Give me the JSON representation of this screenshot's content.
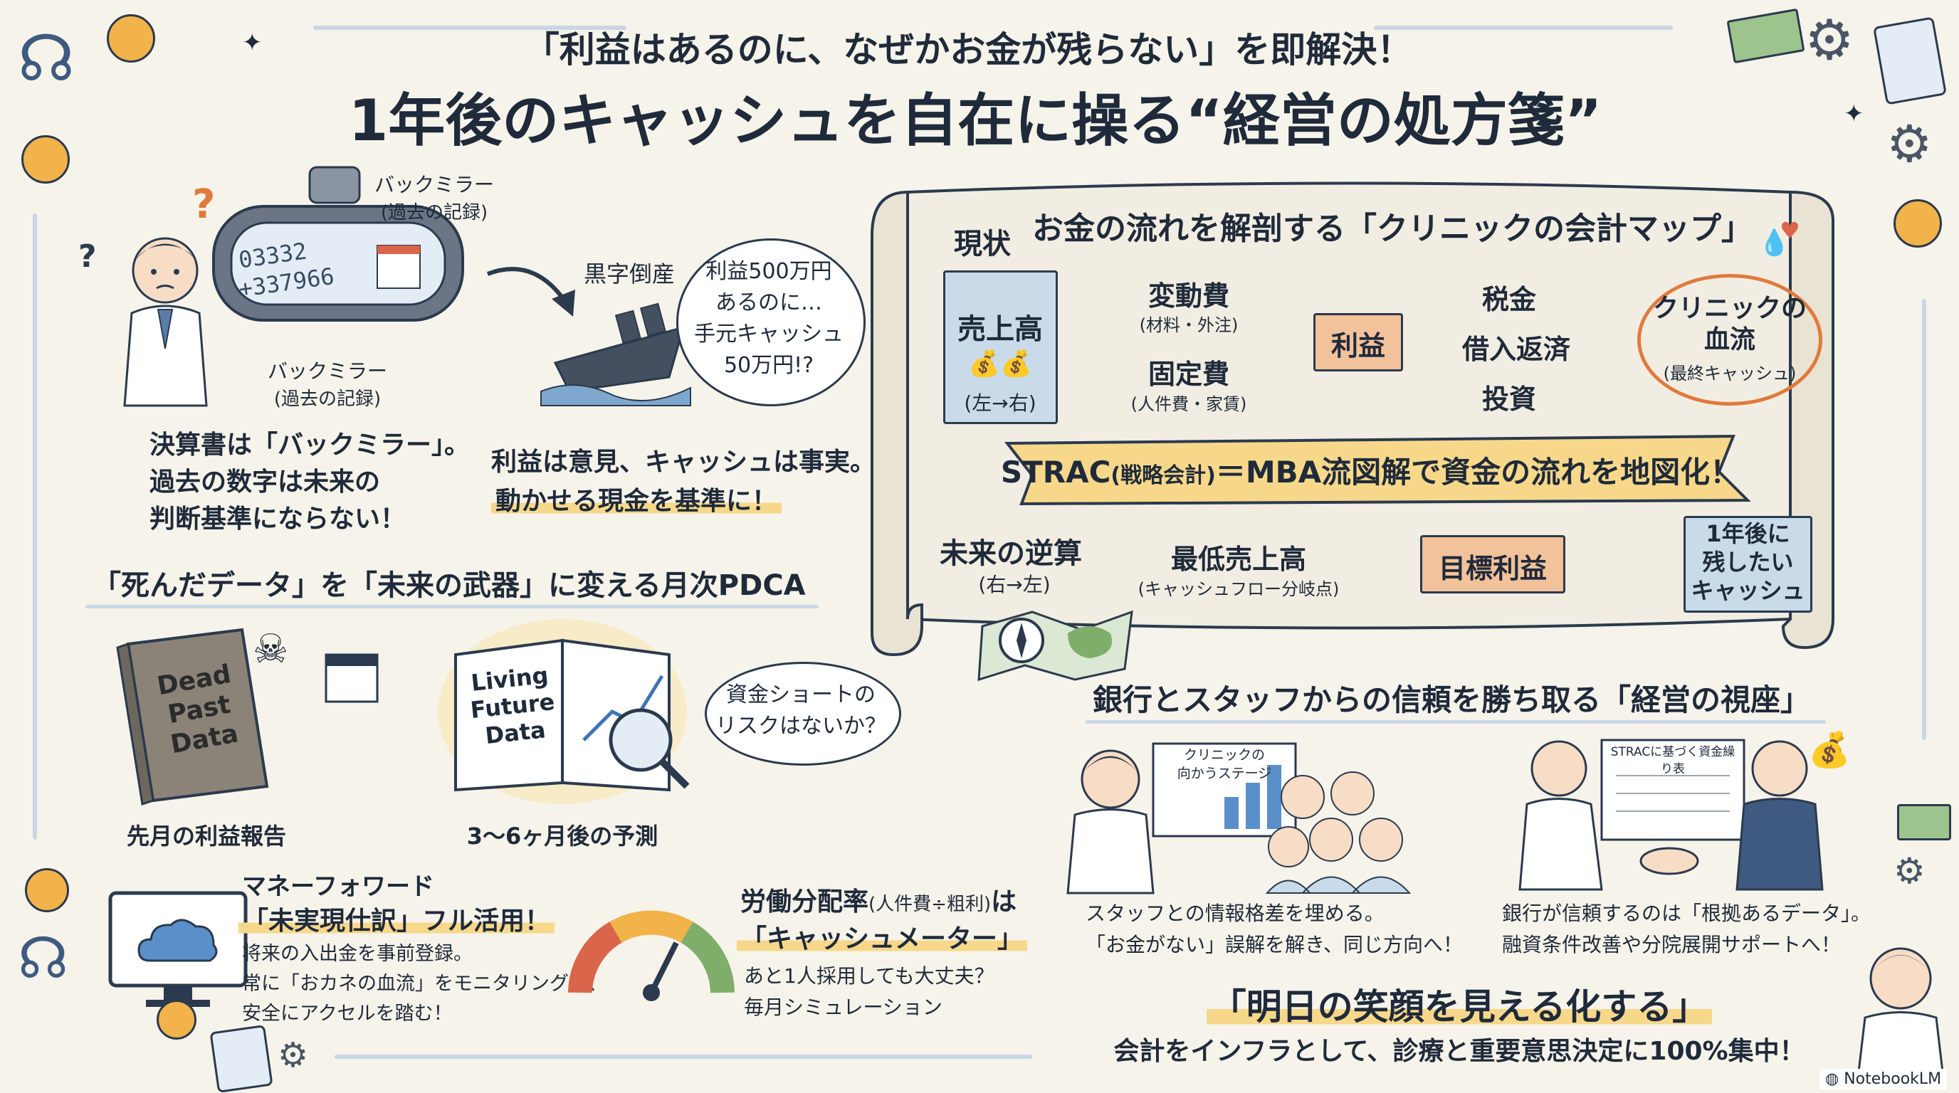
{
  "header": {
    "subtitle": "「利益はあるのに、なぜかお金が残らない」を即解決！",
    "title": "1年後のキャッシュを自在に操る“経営の処方箋”"
  },
  "backmirror": {
    "label_top": "バックミラー",
    "label_top_sub": "(過去の記録)",
    "label_bottom": "バックミラー",
    "label_bottom_sub": "(過去の記録)",
    "mirror_numbers1": "03332",
    "mirror_numbers2": "+337966",
    "caption": [
      "決算書は「バックミラー」。",
      "過去の数字は未来の",
      "判断基準にならない！"
    ]
  },
  "kuroji": {
    "label": "黒字倒産",
    "bubble": [
      "利益500万円",
      "あるのに…",
      "手元キャッシュ",
      "50万円!?"
    ],
    "caption1": "利益は意見、キャッシュは事実。",
    "caption2": "動かせる現金を基準に！"
  },
  "pdca": {
    "title": "「死んだデータ」を「未来の武器」に変える月次PDCA",
    "dead_book": [
      "Dead",
      "Past",
      "Data"
    ],
    "dead_caption": "先月の利益報告",
    "living_book": [
      "Living",
      "Future",
      "Data"
    ],
    "living_caption": "3〜6ヶ月後の予測",
    "bubble": [
      "資金ショートの",
      "リスクはないか？"
    ]
  },
  "moneyforward": {
    "title": "マネーフォワード",
    "highlight": "「未実現仕訳」フル活用！",
    "desc": [
      "将来の入出金を事前登録。",
      "常に「おカネの血流」をモニタリングし、",
      "安全にアクセルを踏む！"
    ]
  },
  "labor": {
    "title_main": "労働分配率",
    "title_paren": "(人件費÷粗利)",
    "title_tail": "は",
    "highlight": "「キャッシュメーター」",
    "desc": [
      "あと1人採用しても大丈夫？",
      "毎月シミュレーション"
    ]
  },
  "map": {
    "title": "お金の流れを解剖する「クリニックの会計マップ」",
    "genjo": "現状",
    "sales": "売上高",
    "sales_dir": "(左→右)",
    "hendo": "変動費",
    "hendo_sub": "(材料・外注)",
    "kotei": "固定費",
    "kotei_sub": "(人件費・家賃)",
    "rieki": "利益",
    "zeikin": "税金",
    "henzai": "借入返済",
    "toshi": "投資",
    "blood": "クリニックの",
    "blood2": "血流",
    "blood_sub": "(最終キャッシュ)",
    "banner_strac": "STRAC",
    "banner_paren": "(戦略会計)",
    "banner_tail": "＝MBA流図解で資金の流れを地図化！",
    "future": "未来の逆算",
    "future_dir": "(右→左)",
    "min_sales": "最低売上高",
    "min_sales_sub": "(キャッシュフロー分岐点)",
    "target": "目標利益",
    "keep": [
      "1年後に",
      "残したい",
      "キャッシュ"
    ]
  },
  "trust": {
    "title": "銀行とスタッフからの信頼を勝ち取る「経営の視座」",
    "board1": [
      "クリニックの",
      "向かうステージ"
    ],
    "board2": "STRACに基づく資金繰り表",
    "staff_caption": [
      "スタッフとの情報格差を埋める。",
      "「お金がない」誤解を解き、同じ方向へ！"
    ],
    "bank_caption": [
      "銀行が信頼するのは「根拠あるデータ」。",
      "融資条件改善や分院展開サポートへ！"
    ]
  },
  "footer": {
    "highlight": "「明日の笑顔を見える化する」",
    "sub": "会計をインフラとして、診療と重要意思決定に100%集中！",
    "brand": "NotebookLM"
  },
  "colors": {
    "navy": "#2b3a4e",
    "lightblue": "#c9dbe9",
    "orange": "#f2c29a",
    "highlight": "#f7d88a",
    "paper": "#f6f3ea"
  }
}
